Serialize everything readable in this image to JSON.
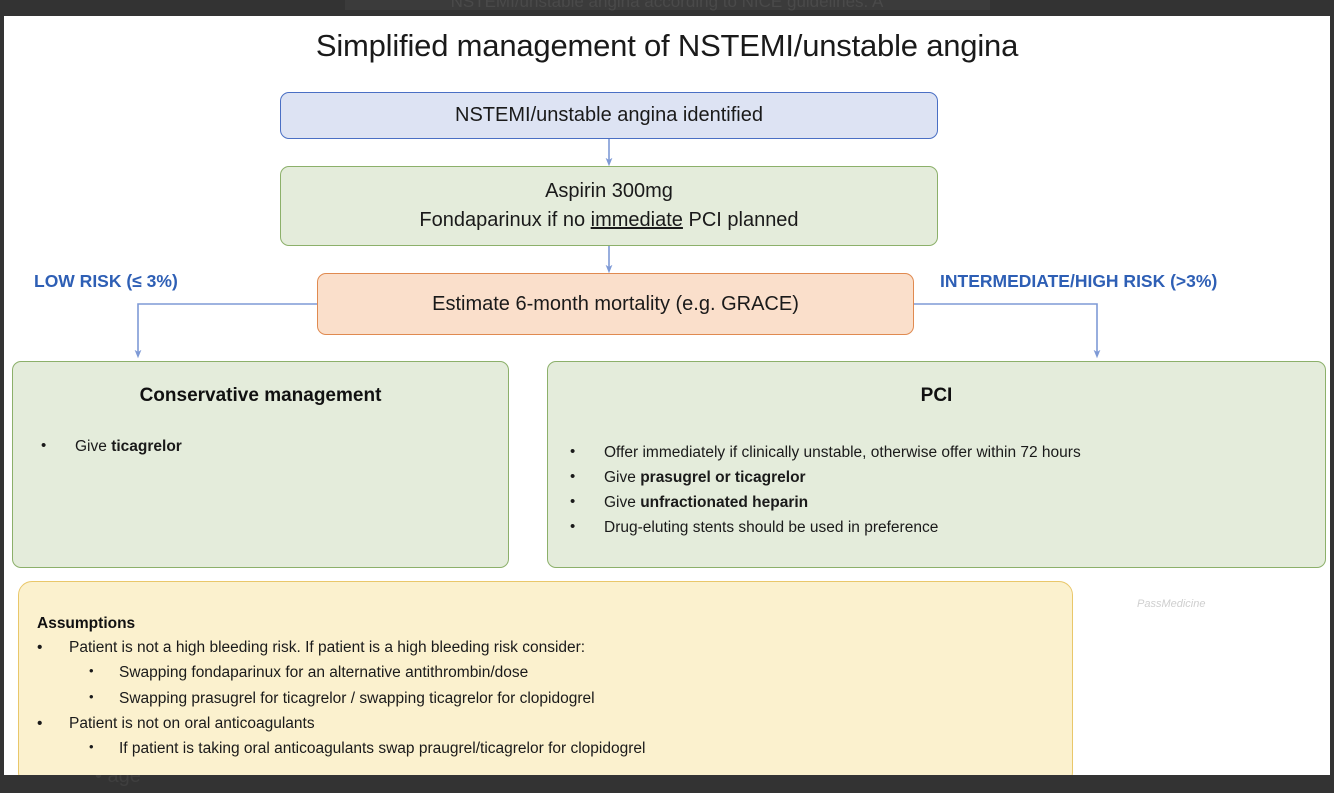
{
  "chrome": {
    "top_clipped_text": "NSTEMI/unstable angina according to NICE guidelines. A",
    "bottom_clipped_text": "•  age"
  },
  "slide": {
    "title": "Simplified management of NSTEMI/unstable angina",
    "watermark": "PassMedicine"
  },
  "colors": {
    "identified_fill": "#dde3f3",
    "identified_border": "#4a6fc4",
    "green_fill": "#e4ecdb",
    "green_border": "#8cb06a",
    "grace_fill": "#fadfcb",
    "grace_border": "#e08a50",
    "assumptions_fill": "#fbf1ce",
    "assumptions_border": "#e9c76a",
    "connector": "#7e9ad6",
    "risk_label": "#2e5fb5"
  },
  "flow": {
    "identified": "NSTEMI/unstable angina identified",
    "aspirin_line1": "Aspirin 300mg",
    "aspirin_line2_pre": "Fondaparinux if no ",
    "aspirin_line2_underlined": "immediate",
    "aspirin_line2_post": " PCI planned",
    "grace": "Estimate 6-month mortality (e.g. GRACE)",
    "risk_low_label": "LOW RISK (≤ 3%)",
    "risk_high_label": "INTERMEDIATE/HIGH RISK (>3%)"
  },
  "conservative": {
    "heading": "Conservative management",
    "bullets": [
      {
        "pre": "Give ",
        "bold": "ticagrelor",
        "post": ""
      }
    ]
  },
  "pci": {
    "heading": "PCI",
    "bullets": [
      {
        "pre": "Offer immediately if clinically unstable, otherwise offer within 72 hours",
        "bold": "",
        "post": ""
      },
      {
        "pre": "Give ",
        "bold": "prasugrel or ticagrelor",
        "post": ""
      },
      {
        "pre": "Give ",
        "bold": "unfractionated heparin",
        "post": ""
      },
      {
        "pre": "Drug-eluting stents should be used in preference",
        "bold": "",
        "post": ""
      }
    ]
  },
  "assumptions": {
    "title": "Assumptions",
    "items": [
      {
        "level": 1,
        "text": "Patient is not a high bleeding risk. If patient is a high bleeding risk consider:"
      },
      {
        "level": 2,
        "text": "Swapping fondaparinux for an alternative antithrombin/dose"
      },
      {
        "level": 2,
        "text": "Swapping prasugrel for ticagrelor / swapping ticagrelor for clopidogrel"
      },
      {
        "level": 1,
        "text": "Patient is not on oral anticoagulants"
      },
      {
        "level": 2,
        "text": "If patient is taking oral anticoagulants swap praugrel/ticagrelor for clopidogrel"
      }
    ]
  },
  "icons": {
    "bullet": "•"
  }
}
